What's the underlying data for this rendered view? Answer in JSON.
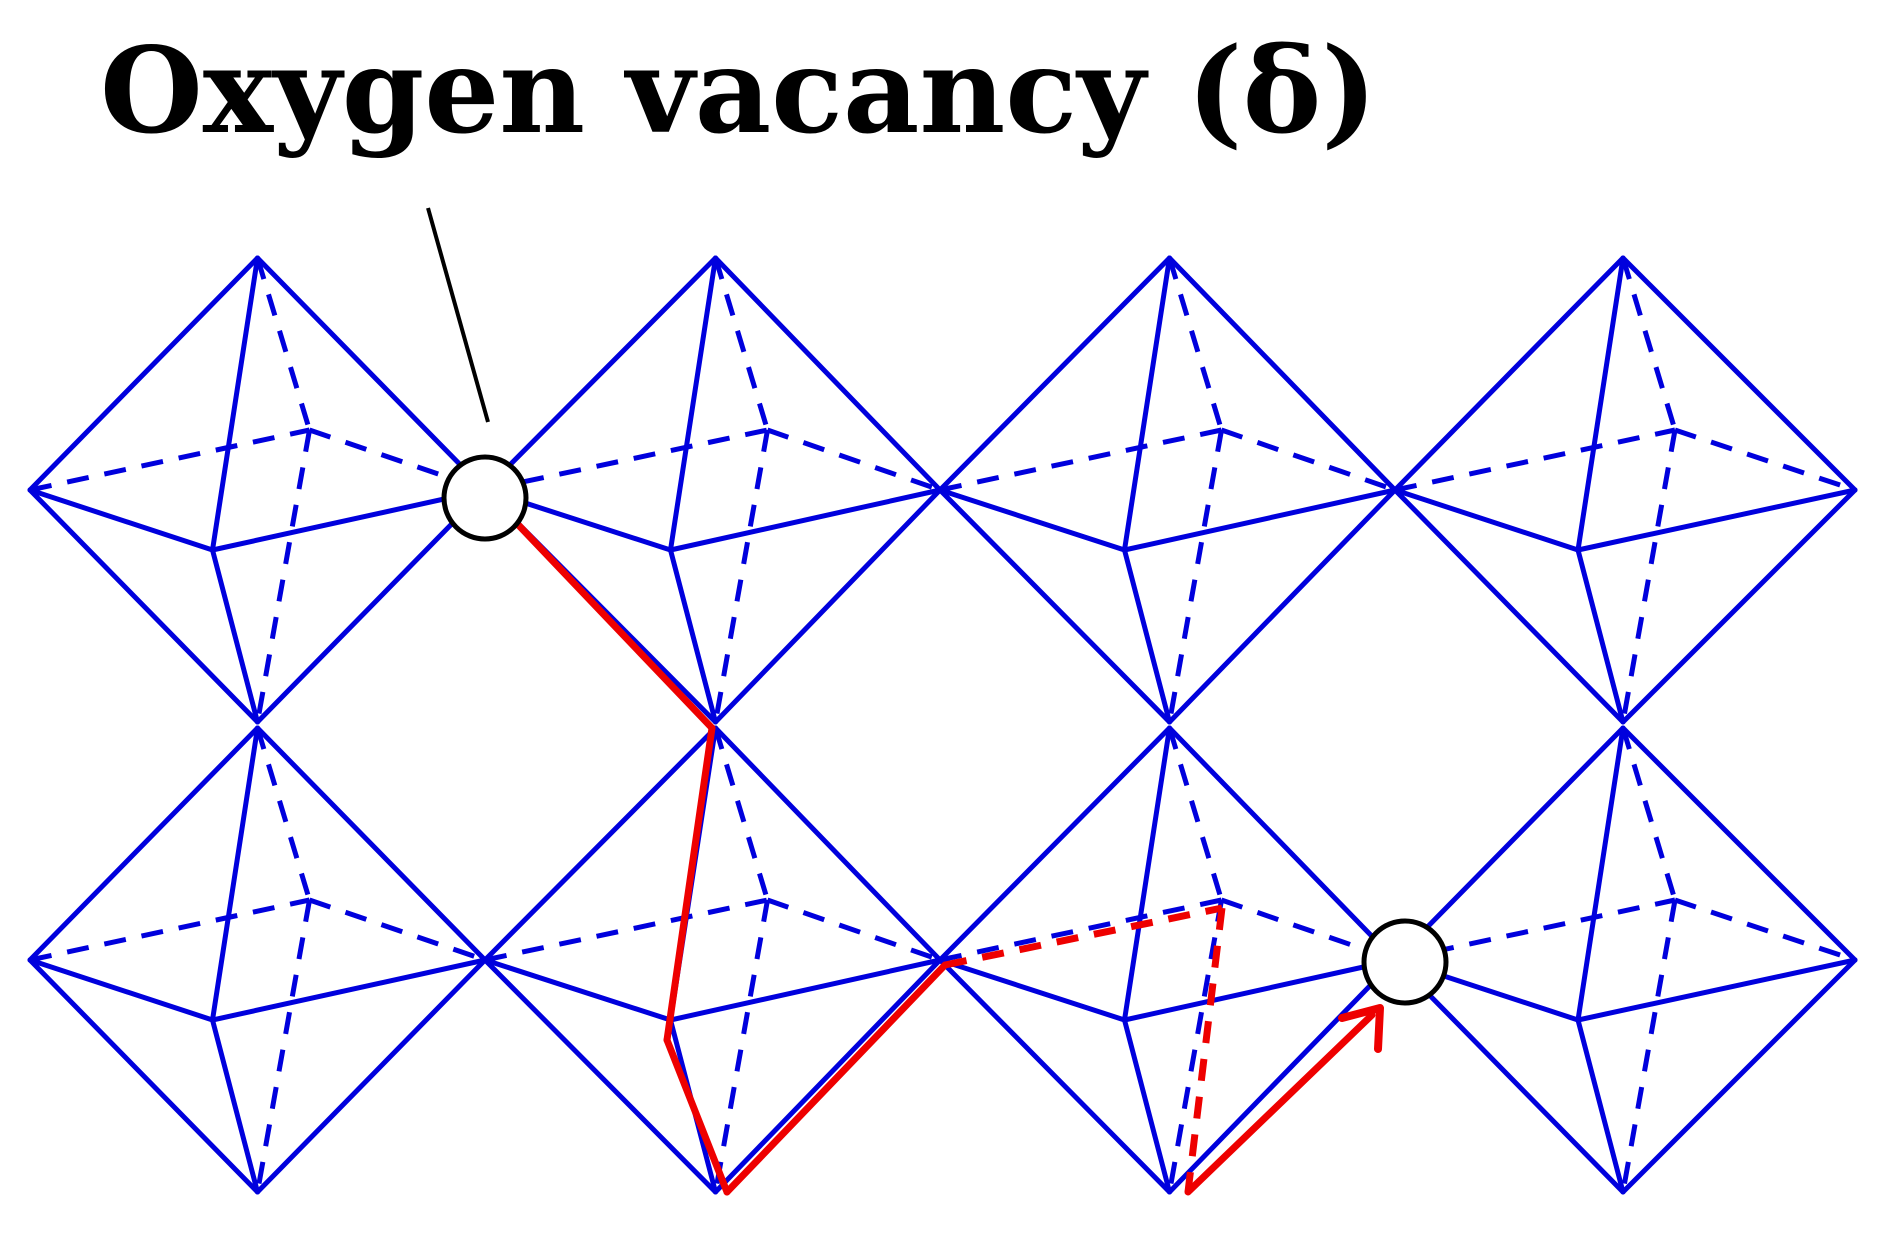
{
  "diagram": {
    "title": "Oxygen vacancy (δ)"
  },
  "colors": {
    "lattice": "#0000dd",
    "migration_path": "#ee0000",
    "vacancy_fill": "#ffffff",
    "vacancy_stroke": "#000000",
    "pointer": "#000000",
    "text": "#000000"
  },
  "lattice": {
    "structure": "octahedra",
    "rows": 2,
    "columns": 4,
    "vacancy_count": 2
  }
}
